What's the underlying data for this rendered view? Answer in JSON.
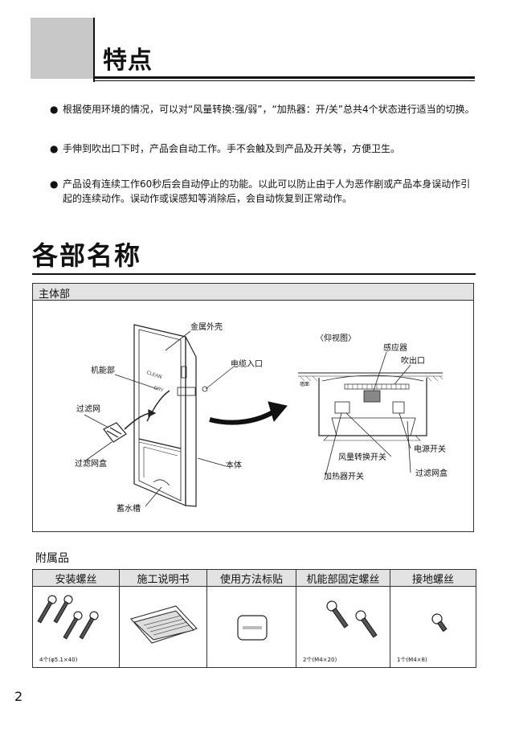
{
  "header": {
    "title": "特点"
  },
  "features": [
    {
      "bullet": "●",
      "text": "根据使用环境的情况，可以对“风量转换:强/弱”，“加热器：开/关”总共4个状态进行适当的切换。"
    },
    {
      "bullet": "●",
      "text": "手伸到吹出口下时，产品会自动工作。手不会触及到产品及开关等，方便卫生。"
    },
    {
      "bullet": "●",
      "text": "产品设有连续工作60秒后会自动停止的功能。以此可以防止由于人为恶作剧或产品本身误动作引起的连续动作。误动作或误感知等消除后，会自动恢复到正常动作。"
    }
  ],
  "parts": {
    "title": "各部名称",
    "main_box_title": "主体部",
    "labels": {
      "metal_shell": "金属外壳",
      "machine_part": "机能部",
      "filter": "过滤网",
      "filter_box_left": "过滤网盒",
      "cable_entry": "电缆入口",
      "body": "本体",
      "water_tank": "蓄水槽",
      "bottom_view": "〈仰视图〉",
      "sensor": "感应器",
      "outlet": "吹出口",
      "wall": "墙面",
      "power_switch": "电源开关",
      "airflow_switch": "风量转换开关",
      "filter_box_right": "过滤网盒",
      "heater_switch": "加热器开关",
      "clean": "CLEAN",
      "dry": "DRY"
    }
  },
  "accessories": {
    "title": "附属品",
    "columns": [
      "安装螺丝",
      "施工说明书",
      "使用方法标贴",
      "机能部固定螺丝",
      "接地螺丝"
    ],
    "quantities": [
      "4个(φ5.1×40)",
      "",
      "",
      "2个(M4×20)",
      "1个(M4×8)"
    ]
  },
  "page_number": "2"
}
